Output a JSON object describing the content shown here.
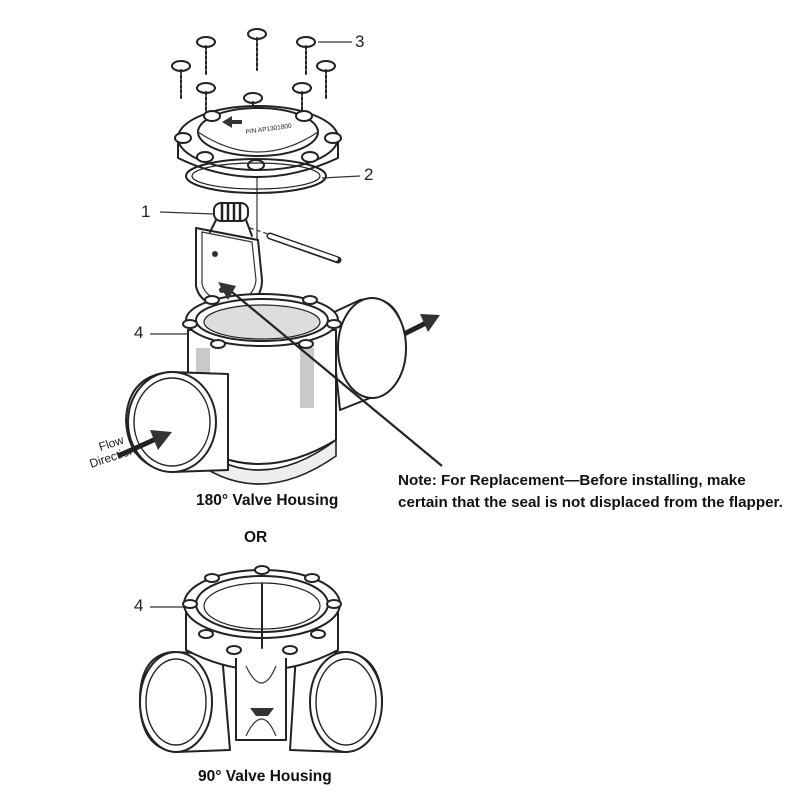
{
  "callouts": {
    "c1": "1",
    "c2": "2",
    "c3": "3",
    "c4_top": "4",
    "c4_bottom": "4"
  },
  "flow_label": {
    "line1": "Flow",
    "line2": "Direction"
  },
  "captions": {
    "housing_180": "180° Valve Housing",
    "or": "OR",
    "housing_90": "90° Valve Housing"
  },
  "note": "Note: For Replacement—Before installing, make certain that the seal is not displaced from the flapper.",
  "lid_markings": {
    "part_number": "P/N AP1301800"
  }
}
